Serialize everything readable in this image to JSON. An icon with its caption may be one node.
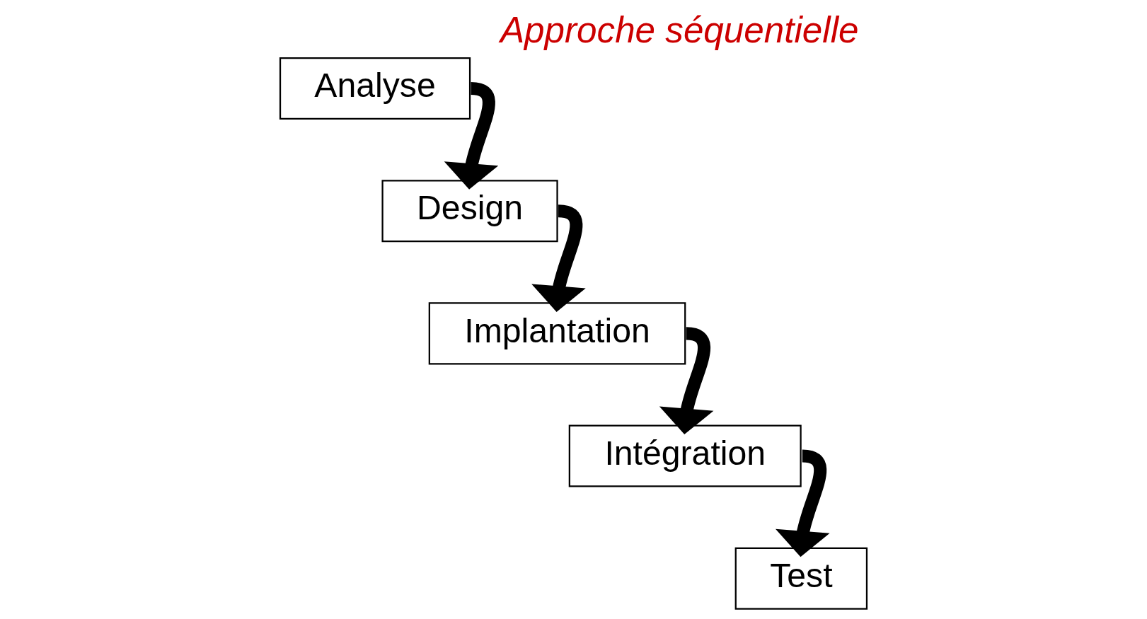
{
  "diagram": {
    "title": "Approche séquentielle",
    "nodes": [
      {
        "text": [
          "Analyse"
        ]
      },
      {
        "text": [
          "Design"
        ]
      },
      {
        "text": [
          "Implantation"
        ]
      },
      {
        "text": [
          "Intégration"
        ]
      },
      {
        "text": [
          "Test"
        ]
      }
    ],
    "edges": [
      {
        "from": 0,
        "to": 1,
        "arrow": "to"
      },
      {
        "from": 1,
        "to": 2,
        "arrow": "to"
      },
      {
        "from": 2,
        "to": 3,
        "arrow": "to"
      },
      {
        "from": 3,
        "to": 4,
        "arrow": "to"
      }
    ]
  }
}
